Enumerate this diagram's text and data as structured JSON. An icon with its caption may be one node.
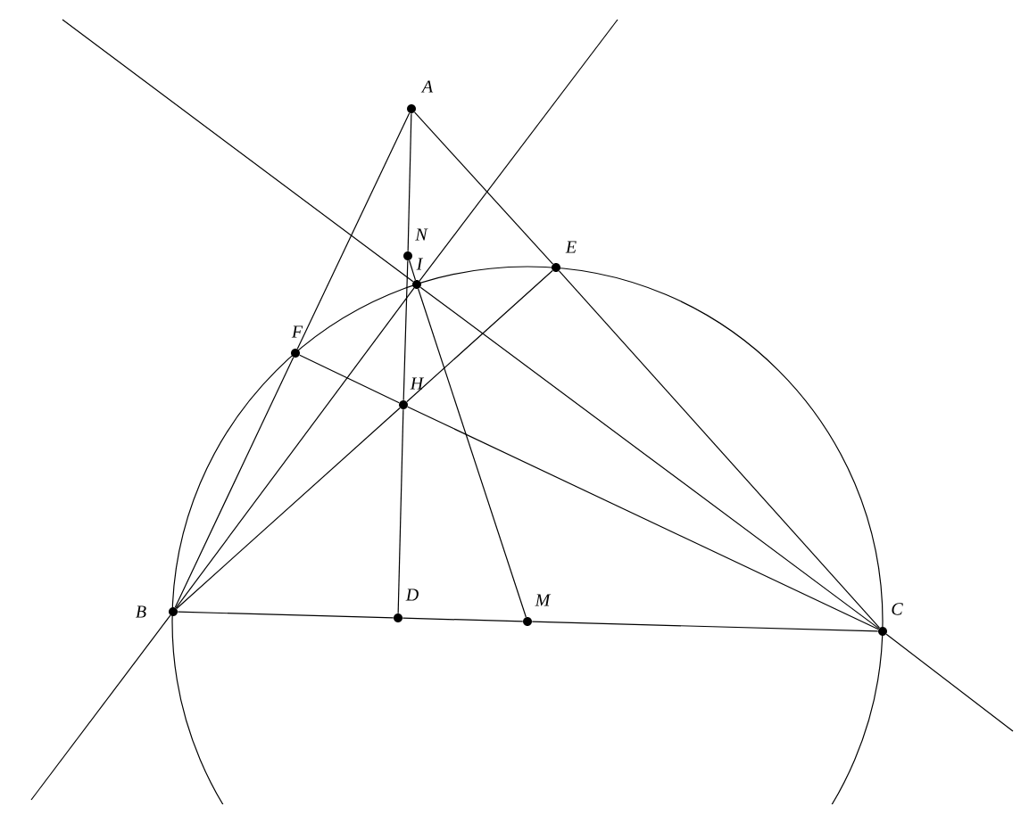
{
  "diagram": {
    "nodes": [
      {
        "text": [
          "A"
        ]
      },
      {
        "text": [
          "N"
        ]
      },
      {
        "text": [
          "I"
        ]
      },
      {
        "text": [
          "E"
        ]
      },
      {
        "text": [
          "F"
        ]
      },
      {
        "text": [
          "H"
        ]
      },
      {
        "text": [
          "B"
        ]
      },
      {
        "text": [
          "D"
        ]
      },
      {
        "text": [
          "M"
        ]
      },
      {
        "text": [
          "C"
        ]
      }
    ],
    "edges": [
      {
        "from": 0,
        "to": 4,
        "arrow": "none"
      },
      {
        "from": 4,
        "to": 6,
        "arrow": "none"
      },
      {
        "from": 0,
        "to": 3,
        "arrow": "none"
      },
      {
        "from": 3,
        "to": 9,
        "arrow": "none"
      },
      {
        "from": 6,
        "to": 7,
        "arrow": "none"
      },
      {
        "from": 7,
        "to": 8,
        "arrow": "none"
      },
      {
        "from": 8,
        "to": 9,
        "arrow": "none"
      },
      {
        "from": 0,
        "to": 1,
        "arrow": "none"
      },
      {
        "from": 1,
        "to": 5,
        "arrow": "none"
      },
      {
        "from": 5,
        "to": 7,
        "arrow": "none"
      },
      {
        "from": 1,
        "to": 2,
        "arrow": "none"
      },
      {
        "from": 2,
        "to": 8,
        "arrow": "none"
      },
      {
        "from": null,
        "to": 6,
        "arrow": "none"
      },
      {
        "from": 6,
        "to": 2,
        "arrow": "none"
      },
      {
        "from": 2,
        "to": null,
        "arrow": "none"
      },
      {
        "from": null,
        "to": 2,
        "arrow": "none"
      },
      {
        "from": 2,
        "to": 9,
        "arrow": "none"
      },
      {
        "from": 9,
        "to": null,
        "arrow": "none"
      },
      {
        "from": 6,
        "to": 5,
        "arrow": "none"
      },
      {
        "from": 5,
        "to": 3,
        "arrow": "none"
      },
      {
        "from": 9,
        "to": 5,
        "arrow": "none"
      },
      {
        "from": 5,
        "to": 4,
        "arrow": "none"
      }
    ]
  }
}
